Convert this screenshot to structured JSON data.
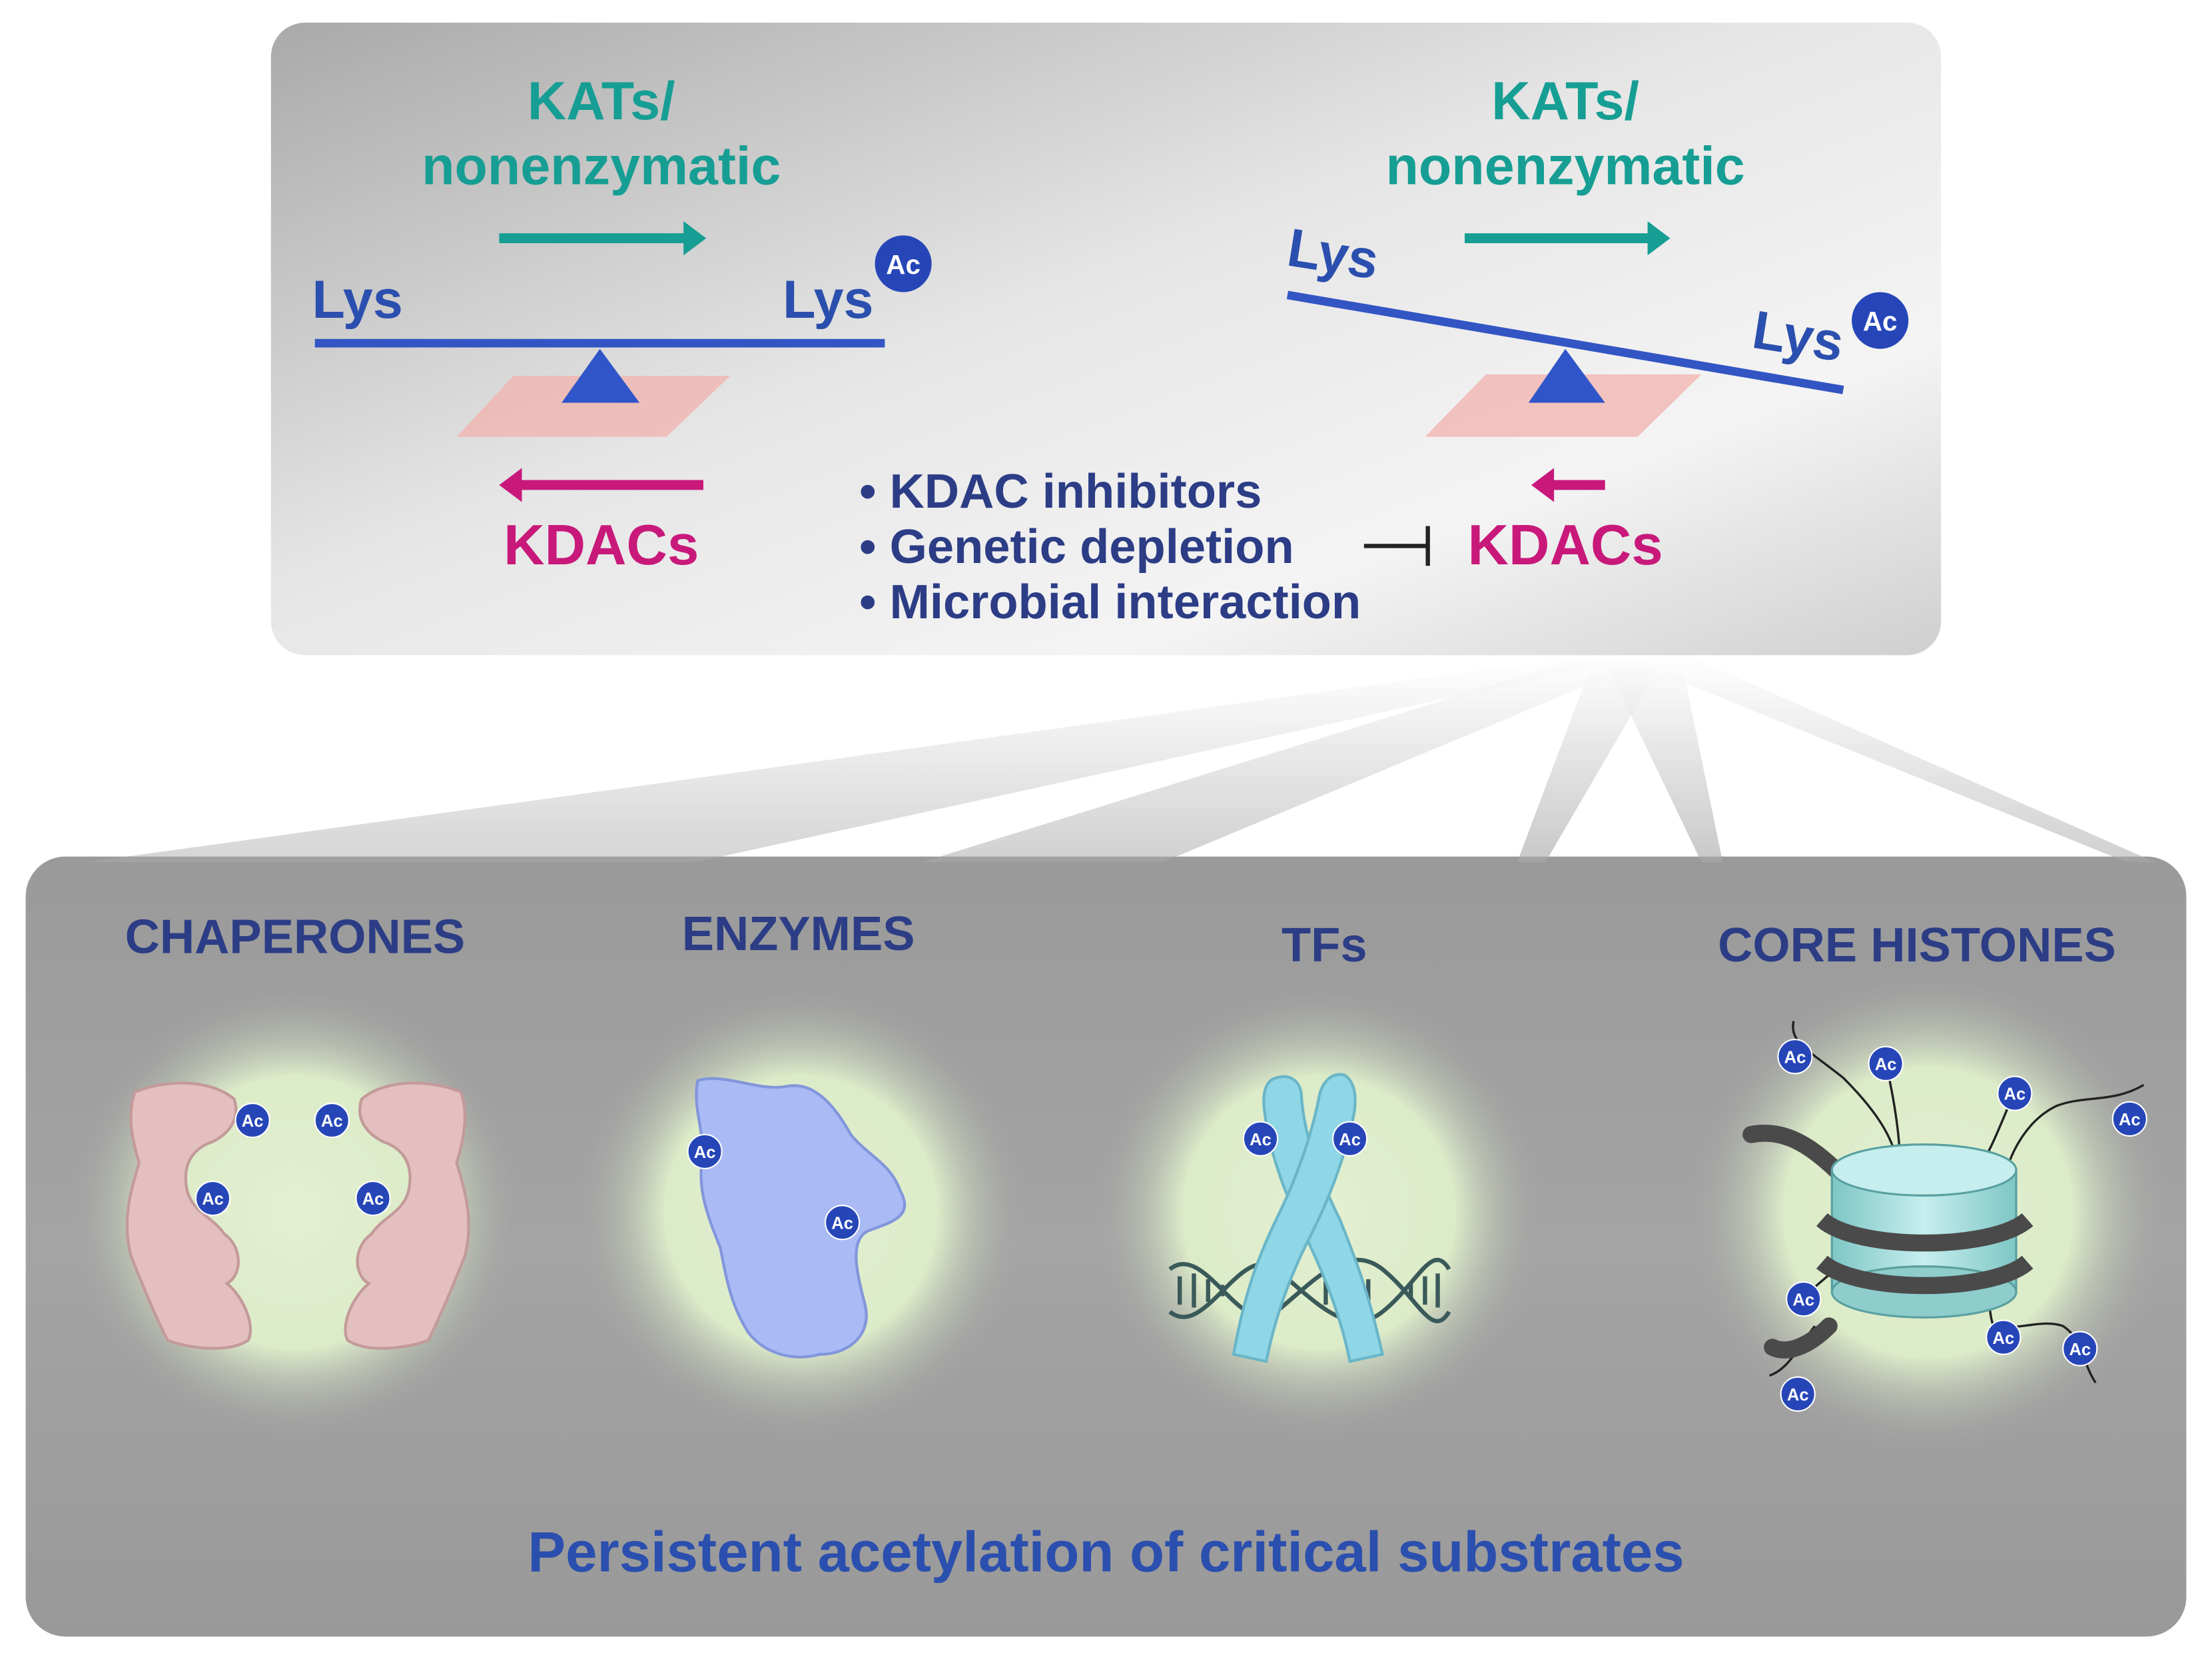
{
  "colors": {
    "teal": "#169e94",
    "magenta": "#c8197b",
    "blue": "#2b4fae",
    "navy": "#2c3d86",
    "ac_badge": "#2646b8",
    "chaperone": "#e3bfbf",
    "enzyme": "#a9baf5",
    "tf": "#8fd6e6",
    "histone": "#a8dcdc",
    "dna_wrap": "#4a4a4a"
  },
  "top_panel": {
    "left_balance": {
      "kats_line1": "KATs/",
      "kats_line2": "nonenzymatic",
      "lys_left": "Lys",
      "lys_right": "Lys",
      "ac": "Ac",
      "kdacs": "KDACs"
    },
    "right_balance": {
      "kats_line1": "KATs/",
      "kats_line2": "nonenzymatic",
      "lys_left": "Lys",
      "lys_right": "Lys",
      "ac": "Ac",
      "kdacs": "KDACs"
    },
    "bullets": [
      "• KDAC inhibitors",
      "• Genetic depletion",
      "• Microbial interaction"
    ]
  },
  "bottom_panel": {
    "substrates": [
      {
        "label": "CHAPERONES",
        "icon": "chaperone-icon"
      },
      {
        "label": "ENZYMES",
        "icon": "enzyme-icon"
      },
      {
        "label": "TFs",
        "icon": "tf-dna-icon"
      },
      {
        "label": "CORE HISTONES",
        "icon": "nucleosome-icon"
      }
    ],
    "ac_label": "Ac",
    "caption": "Persistent acetylation of critical substrates"
  }
}
